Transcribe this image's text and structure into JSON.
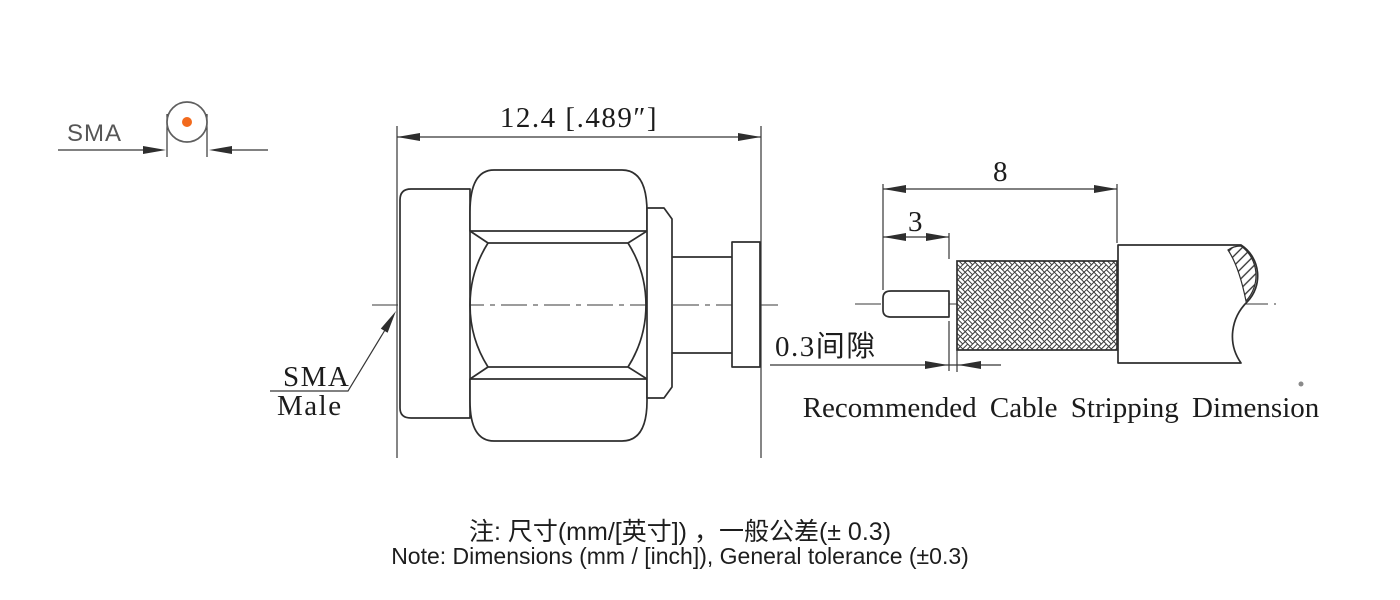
{
  "colors": {
    "line": "#2e2e2e",
    "dim_line": "#363636",
    "gray_label": "#565656",
    "pin_dot": "#f26a1d",
    "background": "#ffffff"
  },
  "end_view": {
    "label": "SMA"
  },
  "side_view": {
    "label_top": "SMA",
    "label_bottom": "Male",
    "overall_length": "12.4 [.489″]"
  },
  "strip_view": {
    "total_strip": "8",
    "conductor_strip": "3",
    "gap_label": "0.3间隙",
    "caption": "Recommended Cable Stripping Dimension"
  },
  "notes": {
    "line1": "注: 尺寸(mm/[英寸]) ，一般公差(± 0.3)",
    "line2": "Note: Dimensions (mm / [inch]), General tolerance (±0.3)"
  }
}
